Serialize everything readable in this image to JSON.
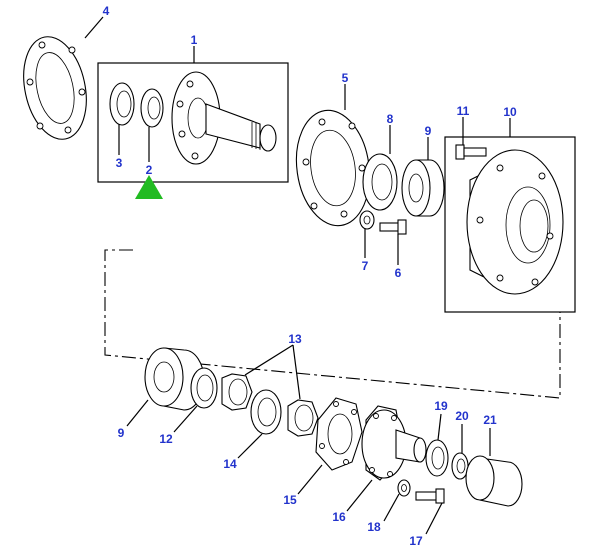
{
  "colors": {
    "callout": "#2233cc",
    "marker": "#22bb22",
    "line": "#000000"
  },
  "callouts": {
    "c1": "1",
    "c2": "2",
    "c3": "3",
    "c4": "4",
    "c5": "5",
    "c6": "6",
    "c7": "7",
    "c8": "8",
    "c9a": "9",
    "c10": "10",
    "c11": "11",
    "c9b": "9",
    "c12": "12",
    "c13": "13",
    "c14": "14",
    "c15": "15",
    "c16": "16",
    "c17": "17",
    "c18": "18",
    "c19": "19",
    "c20": "20",
    "c21": "21"
  },
  "marker": {
    "icon": "green-triangle-selection-marker",
    "points_to": "2"
  }
}
